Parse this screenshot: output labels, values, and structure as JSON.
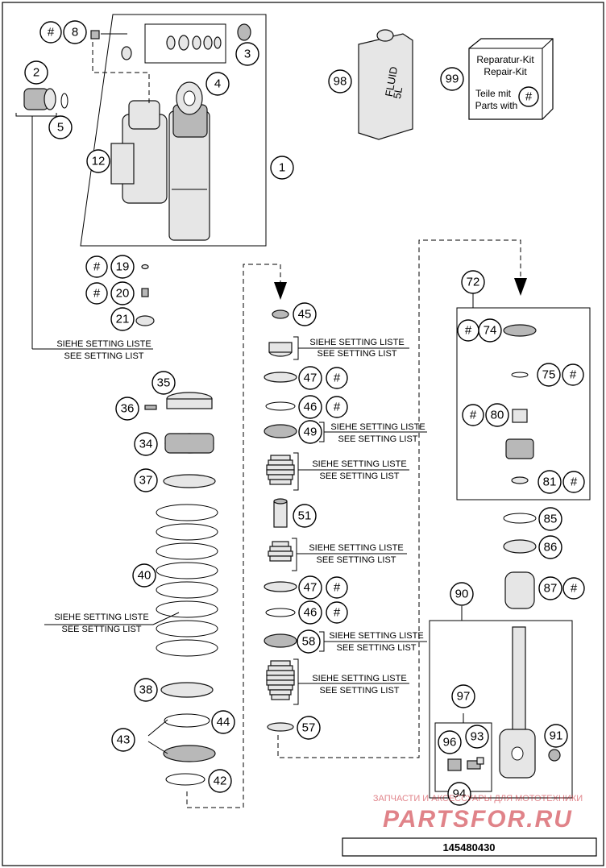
{
  "callouts": {
    "c1": "1",
    "c2": "2",
    "c3": "3",
    "c4": "4",
    "c5": "5",
    "c8": "8",
    "c12": "12",
    "c19": "19",
    "c20": "20",
    "c21": "21",
    "c34": "34",
    "c35": "35",
    "c36": "36",
    "c37": "37",
    "c38": "38",
    "c40": "40",
    "c42": "42",
    "c43": "43",
    "c44": "44",
    "c45": "45",
    "c46a": "46",
    "c46b": "46",
    "c47a": "47",
    "c47b": "47",
    "c49": "49",
    "c51": "51",
    "c57": "57",
    "c58": "58",
    "c72": "72",
    "c74": "74",
    "c75": "75",
    "c80": "80",
    "c81": "81",
    "c85": "85",
    "c86": "86",
    "c87": "87",
    "c90": "90",
    "c91": "91",
    "c93": "93",
    "c94": "94",
    "c96": "96",
    "c97": "97",
    "c98": "98",
    "c99": "99"
  },
  "hash": "#",
  "setting": {
    "de": "SIEHE SETTING LISTE",
    "en": "SEE SETTING LIST"
  },
  "can": {
    "line1": "FLUID",
    "line2": "5L"
  },
  "repair_kit": {
    "line1": "Reparatur-Kit",
    "line2": "Repair-Kit",
    "line3": "Teile mit",
    "line4": "Parts with"
  },
  "watermark": {
    "top": "ЗАПЧАСТИ И АКСЕССУАРЫ ДЛЯ МОТОТЕХНИКИ",
    "brand": "PARTSFOR.RU"
  },
  "footer": {
    "code": "145480430"
  },
  "colors": {
    "line": "#000000",
    "part_fill": "#e6e6e6",
    "part_dark": "#b8b8b8",
    "watermark": "#c81e2a"
  }
}
